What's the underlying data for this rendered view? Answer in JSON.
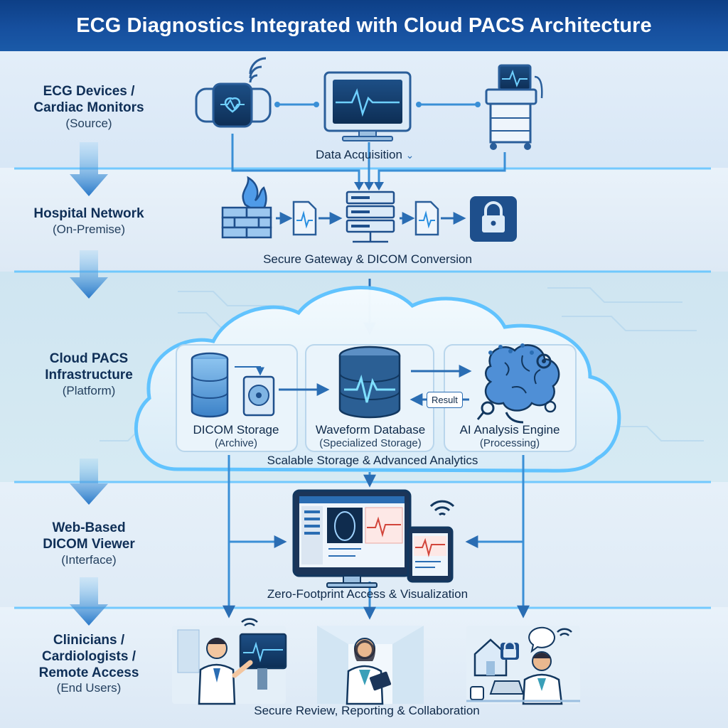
{
  "title": "ECG Diagnostics Integrated with Cloud PACS Architecture",
  "tiers": [
    {
      "main_lines": [
        "ECG Devices /",
        "Cardiac Monitors"
      ],
      "sub": "(Source)"
    },
    {
      "main_lines": [
        "Hospital Network"
      ],
      "sub": "(On-Premise)"
    },
    {
      "main_lines": [
        "Cloud PACS",
        "Infrastructure"
      ],
      "sub": "(Platform)"
    },
    {
      "main_lines": [
        "Web-Based",
        "DICOM Viewer"
      ],
      "sub": "(Interface)"
    },
    {
      "main_lines": [
        "Clinicians /",
        "Cardiologists /",
        "Remote Access"
      ],
      "sub": "(End Users)"
    }
  ],
  "captions": {
    "data_acquisition": "Data Acquisition",
    "gateway": "Secure Gateway & DICOM Conversion",
    "cloud": "Scalable Storage & Advanced Analytics",
    "viewer": "Zero-Footprint Access & Visualization",
    "users": "Secure Review, Reporting & Collaboration"
  },
  "cloud_components": [
    {
      "main": "DICOM Storage",
      "sub": "(Archive)"
    },
    {
      "main": "Waveform Database",
      "sub": "(Specialized Storage)"
    },
    {
      "main": "AI Analysis Engine",
      "sub": "(Processing)"
    }
  ],
  "result_tag": "Result",
  "colors": {
    "primary": "#1a5aa8",
    "accent": "#2a8fe0",
    "glow": "#5fc3ff",
    "text": "#0f2f57"
  }
}
